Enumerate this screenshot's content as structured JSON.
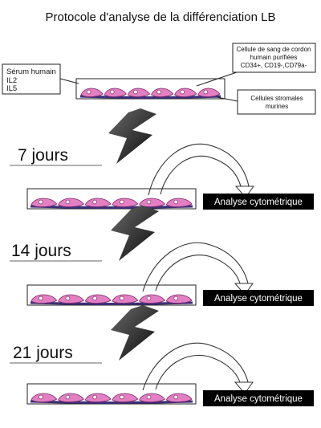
{
  "title": "Protocole d'analyse de la différenciation LB",
  "medium_box": {
    "lines": [
      "Sérum humain",
      "IL2",
      "IL5"
    ]
  },
  "cord_blood_box": {
    "lines": [
      "Cellule de sang de cordon",
      "humain purifiées",
      "CD34+, CD19-,CD79a-"
    ]
  },
  "stromal_box": {
    "lines": [
      "Cellules stromales",
      "murines"
    ]
  },
  "stages": [
    {
      "day_label": "7 jours",
      "analysis_label": "Analyse cytométrique"
    },
    {
      "day_label": "14 jours",
      "analysis_label": "Analyse cytométrique"
    },
    {
      "day_label": "21 jours",
      "analysis_label": "Analyse cytométrique"
    }
  ],
  "colors": {
    "cell_fill": "#e57fc3",
    "cell_stroke": "#7a2a68",
    "stroma": "#3d2f7a",
    "analysis_bg": "#000000"
  }
}
